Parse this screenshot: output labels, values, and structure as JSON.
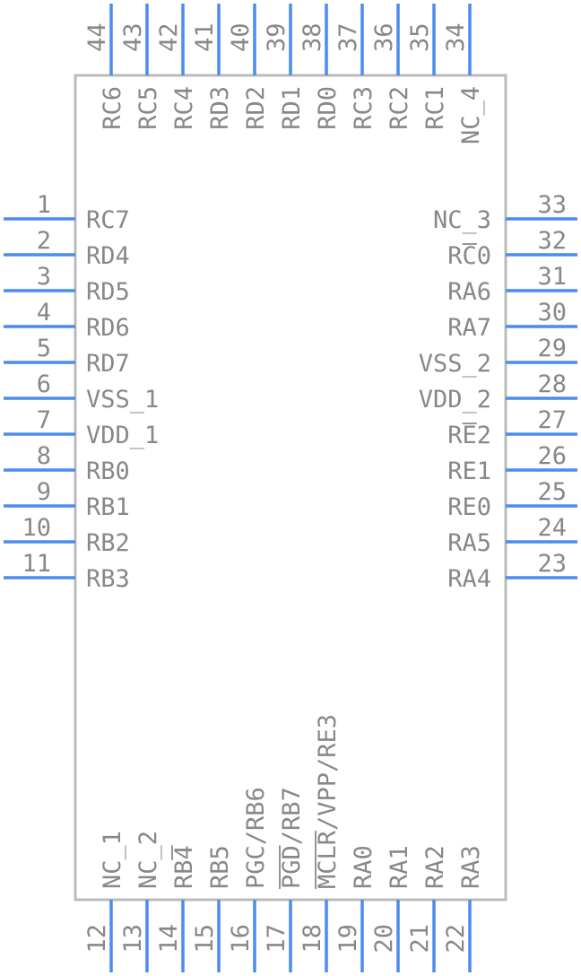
{
  "part": {
    "left_pins": [
      {
        "num": "1",
        "name": "RC7"
      },
      {
        "num": "2",
        "name": "RD4"
      },
      {
        "num": "3",
        "name": "RD5"
      },
      {
        "num": "4",
        "name": "RD6"
      },
      {
        "num": "5",
        "name": "RD7"
      },
      {
        "num": "6",
        "name": "VSS_1"
      },
      {
        "num": "7",
        "name": "VDD_1"
      },
      {
        "num": "8",
        "name": "RB0"
      },
      {
        "num": "9",
        "name": "RB1"
      },
      {
        "num": "10",
        "name": "RB2"
      },
      {
        "num": "11",
        "name": "RB3"
      }
    ],
    "right_pins": [
      {
        "num": "33",
        "name": "NC_3"
      },
      {
        "num": "32",
        "name": "RC0"
      },
      {
        "num": "31",
        "name": "RA6"
      },
      {
        "num": "30",
        "name": "RA7"
      },
      {
        "num": "29",
        "name": "VSS_2"
      },
      {
        "num": "28",
        "name": "VDD_2"
      },
      {
        "num": "27",
        "name": "RE2"
      },
      {
        "num": "26",
        "name": "RE1"
      },
      {
        "num": "25",
        "name": "RE0"
      },
      {
        "num": "24",
        "name": "RA5"
      },
      {
        "num": "23",
        "name": "RA4"
      }
    ],
    "top_pins": [
      {
        "num": "44",
        "name": "RC6"
      },
      {
        "num": "43",
        "name": "RC5"
      },
      {
        "num": "42",
        "name": "RC4"
      },
      {
        "num": "41",
        "name": "RD3"
      },
      {
        "num": "40",
        "name": "RD2"
      },
      {
        "num": "39",
        "name": "RD1"
      },
      {
        "num": "38",
        "name": "RD0"
      },
      {
        "num": "37",
        "name": "RC3"
      },
      {
        "num": "36",
        "name": "RC2"
      },
      {
        "num": "35",
        "name": "RC1"
      },
      {
        "num": "34",
        "name": "NC_4"
      }
    ],
    "bottom_pins": [
      {
        "num": "12",
        "name": "NC_1"
      },
      {
        "num": "13",
        "name": "NC_2"
      },
      {
        "num": "14",
        "name": "RB4"
      },
      {
        "num": "15",
        "name": "RB5"
      },
      {
        "num": "16",
        "name": "PGC/RB6"
      },
      {
        "num": "17",
        "name": "PGD/RB7"
      },
      {
        "num": "18",
        "name": "MCLR/VPP/RE3"
      },
      {
        "num": "19",
        "name": "RA0"
      },
      {
        "num": "20",
        "name": "RA1"
      },
      {
        "num": "21",
        "name": "RA2"
      },
      {
        "num": "22",
        "name": "RA3"
      }
    ]
  },
  "colors": {
    "pin": "#4a8cf0",
    "body": "#bbbbbb",
    "text": "#888888"
  }
}
